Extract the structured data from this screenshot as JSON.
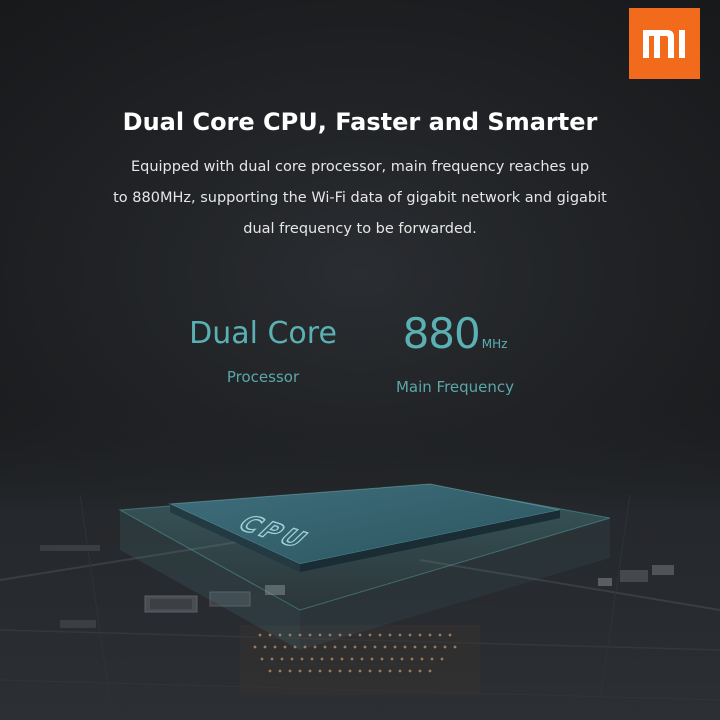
{
  "brand": {
    "logo_text": "MI",
    "logo_color": "#f26b1d"
  },
  "headline": "Dual Core CPU, Faster and Smarter",
  "description": {
    "line1": "Equipped with dual core processor, main frequency reaches up",
    "line2": "to 880MHz, supporting the Wi-Fi data of gigabit network and gigabit",
    "line3": "dual frequency to be forwarded."
  },
  "specs": {
    "core": {
      "value": "Dual Core",
      "label": "Processor"
    },
    "frequency": {
      "value": "880",
      "unit": "MHz",
      "label": "Main Frequency"
    }
  },
  "chip": {
    "label": "CPU",
    "accent_color": "#5ab0b3"
  }
}
